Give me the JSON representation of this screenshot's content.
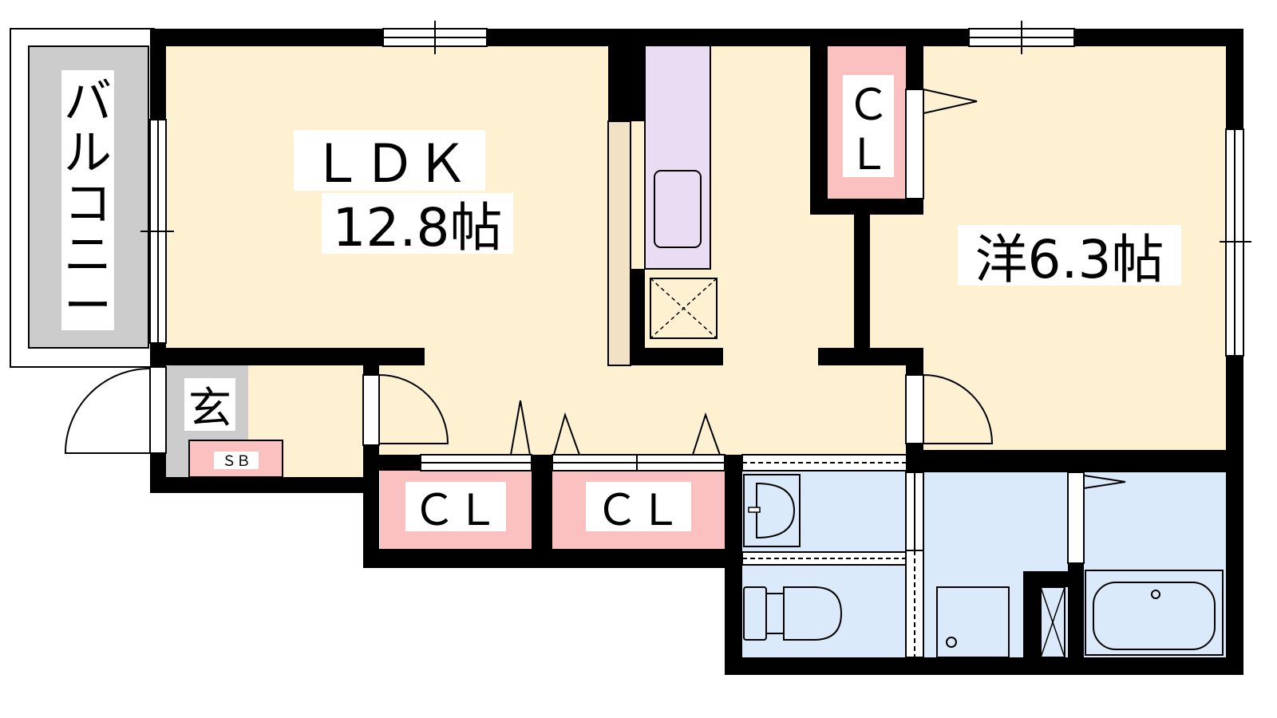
{
  "rooms": {
    "ldk_name": "ＬＤＫ",
    "ldk_size": "12.8帖",
    "western_size": "洋6.3帖",
    "balcony_chars": [
      "バ",
      "ル",
      "コ",
      "ニ",
      "ー"
    ],
    "entrance": "玄",
    "shoe_box": "ＳＢ",
    "closet_lower_left": "ＣＬ",
    "closet_lower_right": "ＣＬ",
    "closet_top_chars": [
      "Ｃ",
      "Ｌ"
    ]
  },
  "colors": {
    "wall": "#000000",
    "living_floor": "#fdf1d2",
    "wet_area": "#dbeafb",
    "closet": "#fbc0c0",
    "balcony": "#cccccc",
    "kitchen_counter": "#e9dcf3",
    "fridge_stand": "#f2e2c5"
  }
}
